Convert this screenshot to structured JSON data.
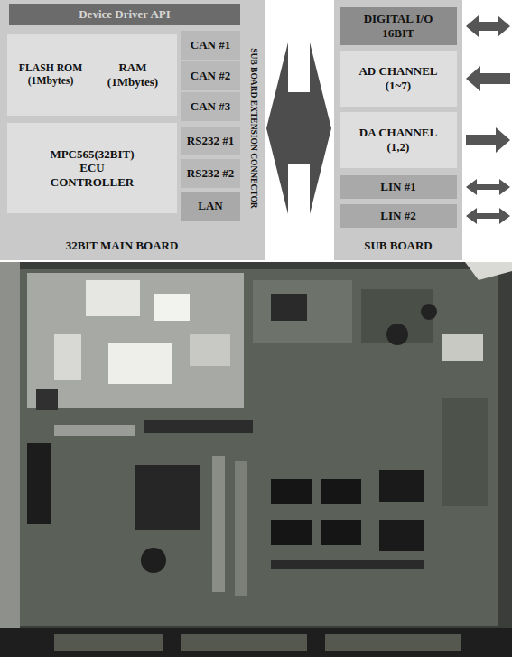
{
  "diagram": {
    "nodes": [
      {
        "text": [
          "32BIT MAIN BOARD"
        ]
      },
      {
        "text": [
          "Device Driver API"
        ],
        "in": 0
      },
      {
        "text": [
          "FLASH ROM (1Mbytes)"
        ],
        "in": 0
      },
      {
        "text": [
          "RAM (1Mbytes)"
        ],
        "in": 0
      },
      {
        "text": [
          "CAN #1"
        ],
        "in": 0
      },
      {
        "text": [
          "CAN #2"
        ],
        "in": 0
      },
      {
        "text": [
          "CAN #3"
        ],
        "in": 0
      },
      {
        "text": [
          "MPC565(32BIT) ECU CONTROLLER"
        ],
        "in": 0
      },
      {
        "text": [
          "RS232 #1"
        ],
        "in": 0
      },
      {
        "text": [
          "RS232 #2"
        ],
        "in": 0
      },
      {
        "text": [
          "LAN"
        ],
        "in": 0
      },
      {
        "text": [
          "SUB BOARD EXTENSION CONNECTOR"
        ],
        "in": 0
      },
      {
        "text": [
          "SUB BOARD"
        ]
      },
      {
        "text": [
          "DIGITAL I/O 16BIT"
        ],
        "in": 12
      },
      {
        "text": [
          "AD CHANNEL (1~7)"
        ],
        "in": 12
      },
      {
        "text": [
          "DA CHANNEL (1,2)"
        ],
        "in": 12
      },
      {
        "text": [
          "LIN #1"
        ],
        "in": 12
      },
      {
        "text": [
          "LIN #2"
        ],
        "in": 12
      }
    ],
    "edges": [
      {
        "from": 11,
        "to": 12,
        "arrow": "both"
      }
    ]
  }
}
